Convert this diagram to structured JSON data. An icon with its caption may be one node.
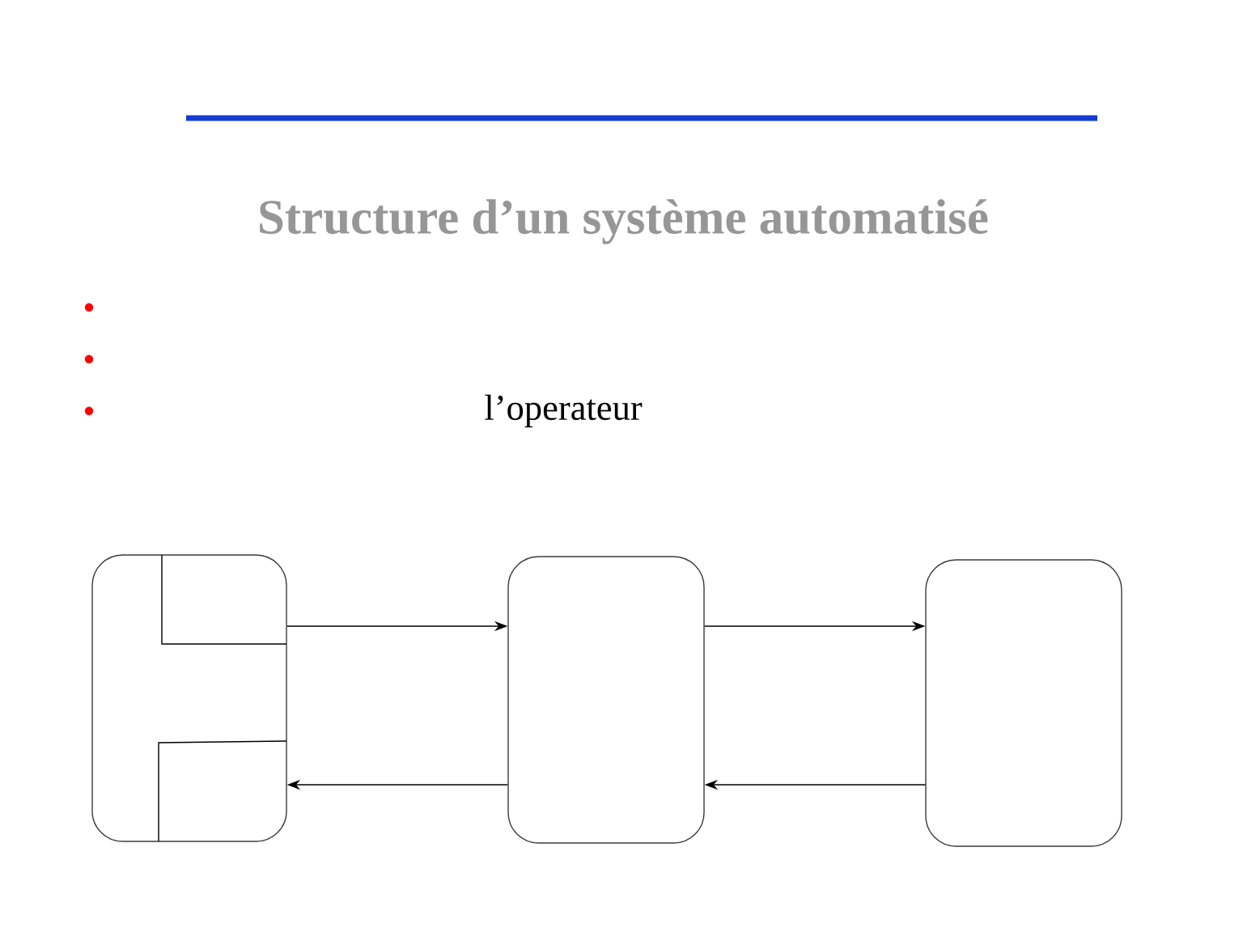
{
  "diagram": {
    "title": "Structure d’un système automatisé",
    "nodes": [
      {
        "text": [],
        "shape": "box"
      },
      {
        "text": [],
        "shape": "box"
      },
      {
        "text": [],
        "shape": "box"
      }
    ],
    "edges": [
      {
        "from": 0,
        "to": 1,
        "arrow": "to"
      },
      {
        "from": 1,
        "to": 2,
        "arrow": "to"
      },
      {
        "from": 2,
        "to": 1,
        "arrow": "to"
      },
      {
        "from": 1,
        "to": 0,
        "arrow": "to"
      }
    ],
    "labels": [
      "l’operateur"
    ]
  }
}
